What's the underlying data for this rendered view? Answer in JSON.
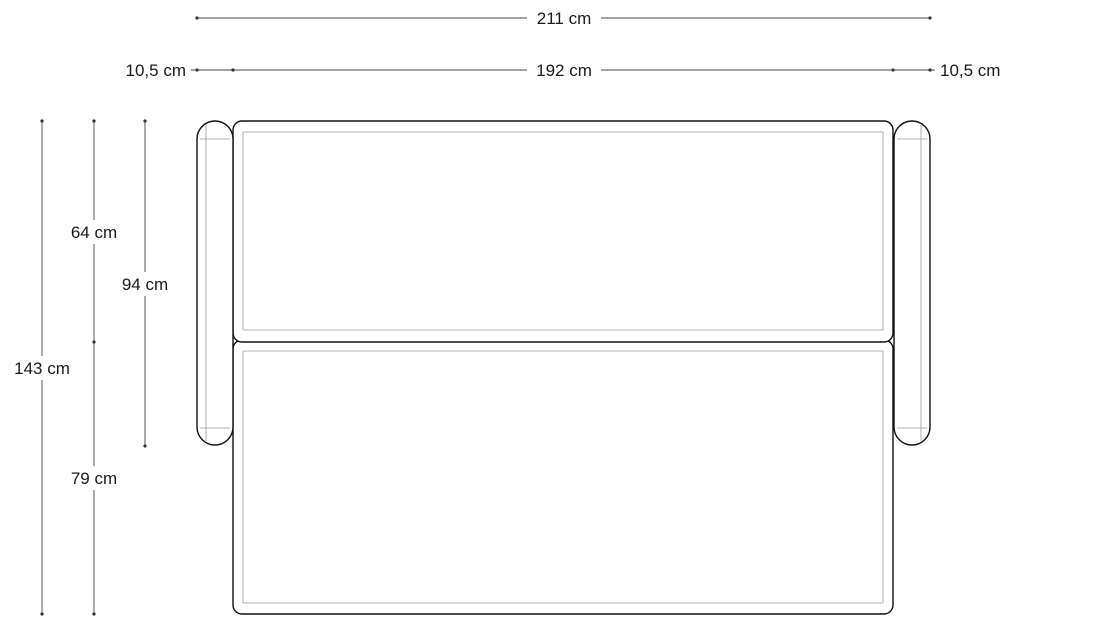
{
  "dimensions": {
    "total_width": "211 cm",
    "left_arm_width": "10,5 cm",
    "seat_width": "192 cm",
    "right_arm_width": "10,5 cm",
    "backrest_depth": "64 cm",
    "arm_depth": "94 cm",
    "total_depth": "143 cm",
    "chaise_depth": "79 cm"
  },
  "colors": {
    "outline": "#111111",
    "inner_line": "#9a9a9a",
    "dimension_line": "#444444",
    "background": "#ffffff"
  }
}
